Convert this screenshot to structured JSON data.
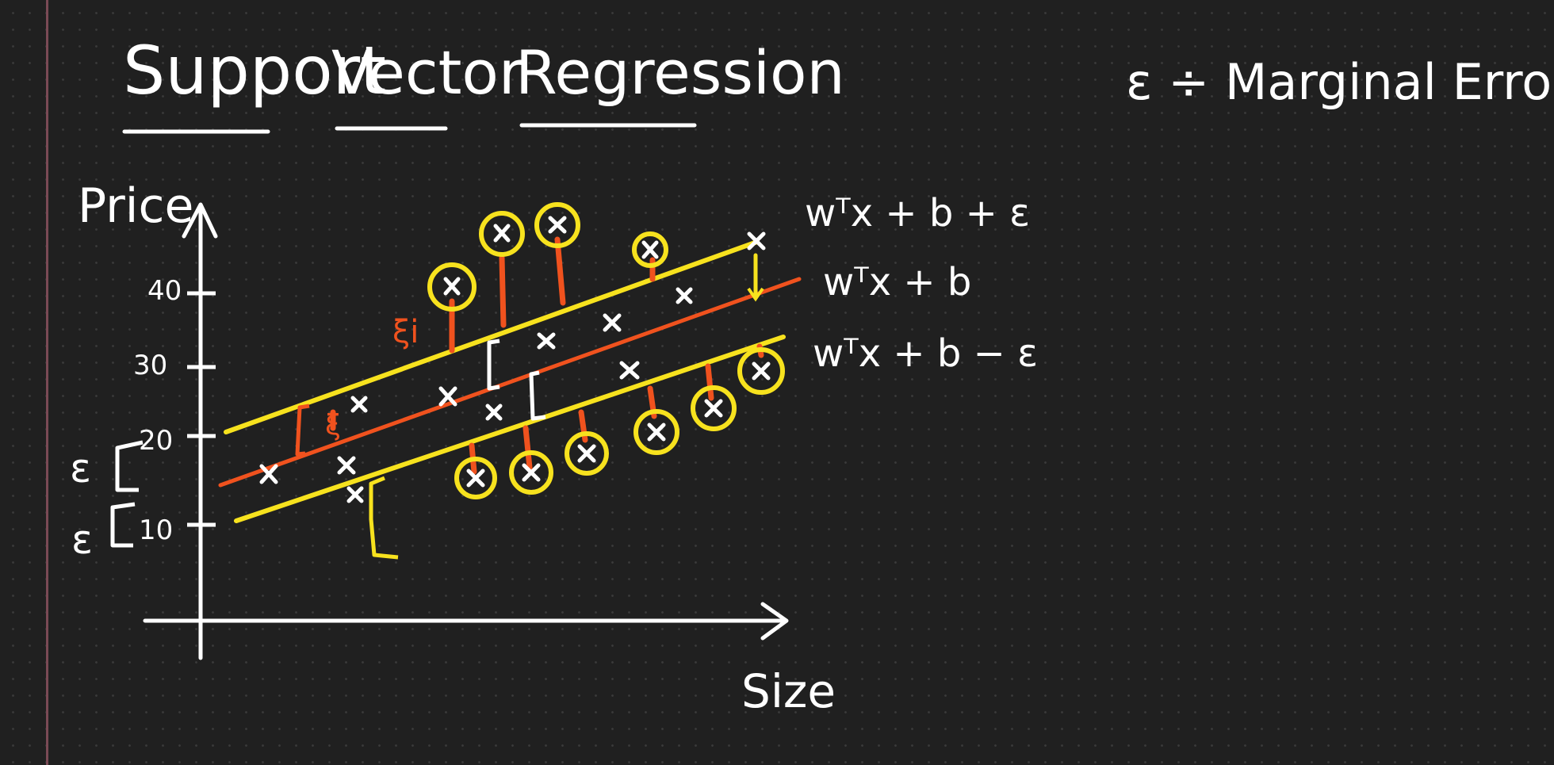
{
  "title": {
    "word1": "Support",
    "word2": "Vector",
    "word3": "Regression"
  },
  "legend_note": "ε ÷ Marginal Error",
  "axes": {
    "y_label": "Price",
    "x_label": "Size",
    "y_ticks": [
      "40",
      "30",
      "20",
      "10"
    ],
    "epsilon_marks": [
      "ε",
      "ε"
    ]
  },
  "lines": {
    "upper": "wᵀx + b + ε",
    "middle": "wᵀx + b",
    "lower": "wᵀx + b − ε"
  },
  "annotations": {
    "xi": "ξi",
    "xi2": "ξ"
  },
  "colors": {
    "ink": "#ffffff",
    "hyperplane": "#f0521e",
    "margin": "#f7e21e",
    "slack": "#f0521e",
    "background": "#202020"
  }
}
